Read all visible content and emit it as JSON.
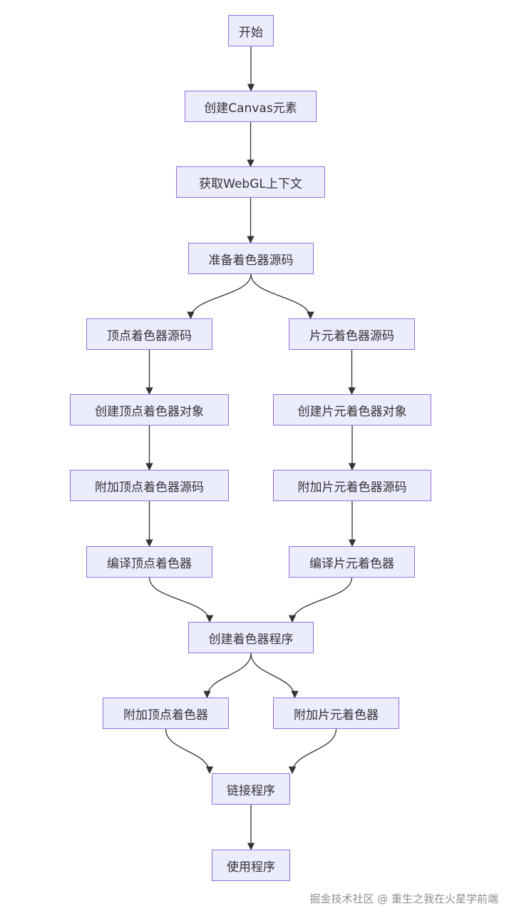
{
  "flowchart": {
    "nodes": [
      {
        "id": "start",
        "label": "开始"
      },
      {
        "id": "create_canvas",
        "label": "创建Canvas元素"
      },
      {
        "id": "get_context",
        "label": "获取WebGL上下文"
      },
      {
        "id": "prepare_source",
        "label": "准备着色器源码"
      },
      {
        "id": "vs_source",
        "label": "顶点着色器源码"
      },
      {
        "id": "fs_source",
        "label": "片元着色器源码"
      },
      {
        "id": "vs_create",
        "label": "创建顶点着色器对象"
      },
      {
        "id": "fs_create",
        "label": "创建片元着色器对象"
      },
      {
        "id": "vs_attach_source",
        "label": "附加顶点着色器源码"
      },
      {
        "id": "fs_attach_source",
        "label": "附加片元着色器源码"
      },
      {
        "id": "vs_compile",
        "label": "编译顶点着色器"
      },
      {
        "id": "fs_compile",
        "label": "编译片元着色器"
      },
      {
        "id": "create_program",
        "label": "创建着色器程序"
      },
      {
        "id": "attach_vs",
        "label": "附加顶点着色器"
      },
      {
        "id": "attach_fs",
        "label": "附加片元着色器"
      },
      {
        "id": "link_program",
        "label": "链接程序"
      },
      {
        "id": "use_program",
        "label": "使用程序"
      }
    ],
    "edges": [
      {
        "from": "start",
        "to": "create_canvas"
      },
      {
        "from": "create_canvas",
        "to": "get_context"
      },
      {
        "from": "get_context",
        "to": "prepare_source"
      },
      {
        "from": "prepare_source",
        "to": "vs_source"
      },
      {
        "from": "prepare_source",
        "to": "fs_source"
      },
      {
        "from": "vs_source",
        "to": "vs_create"
      },
      {
        "from": "fs_source",
        "to": "fs_create"
      },
      {
        "from": "vs_create",
        "to": "vs_attach_source"
      },
      {
        "from": "fs_create",
        "to": "fs_attach_source"
      },
      {
        "from": "vs_attach_source",
        "to": "vs_compile"
      },
      {
        "from": "fs_attach_source",
        "to": "fs_compile"
      },
      {
        "from": "vs_compile",
        "to": "create_program"
      },
      {
        "from": "fs_compile",
        "to": "create_program"
      },
      {
        "from": "create_program",
        "to": "attach_vs"
      },
      {
        "from": "create_program",
        "to": "attach_fs"
      },
      {
        "from": "attach_vs",
        "to": "link_program"
      },
      {
        "from": "attach_fs",
        "to": "link_program"
      },
      {
        "from": "link_program",
        "to": "use_program"
      }
    ]
  },
  "watermark": "掘金技术社区 @ 重生之我在火星学前端",
  "colors": {
    "node_fill": "#ececff",
    "node_border": "#9370db",
    "edge": "#333333",
    "text": "#333333"
  }
}
